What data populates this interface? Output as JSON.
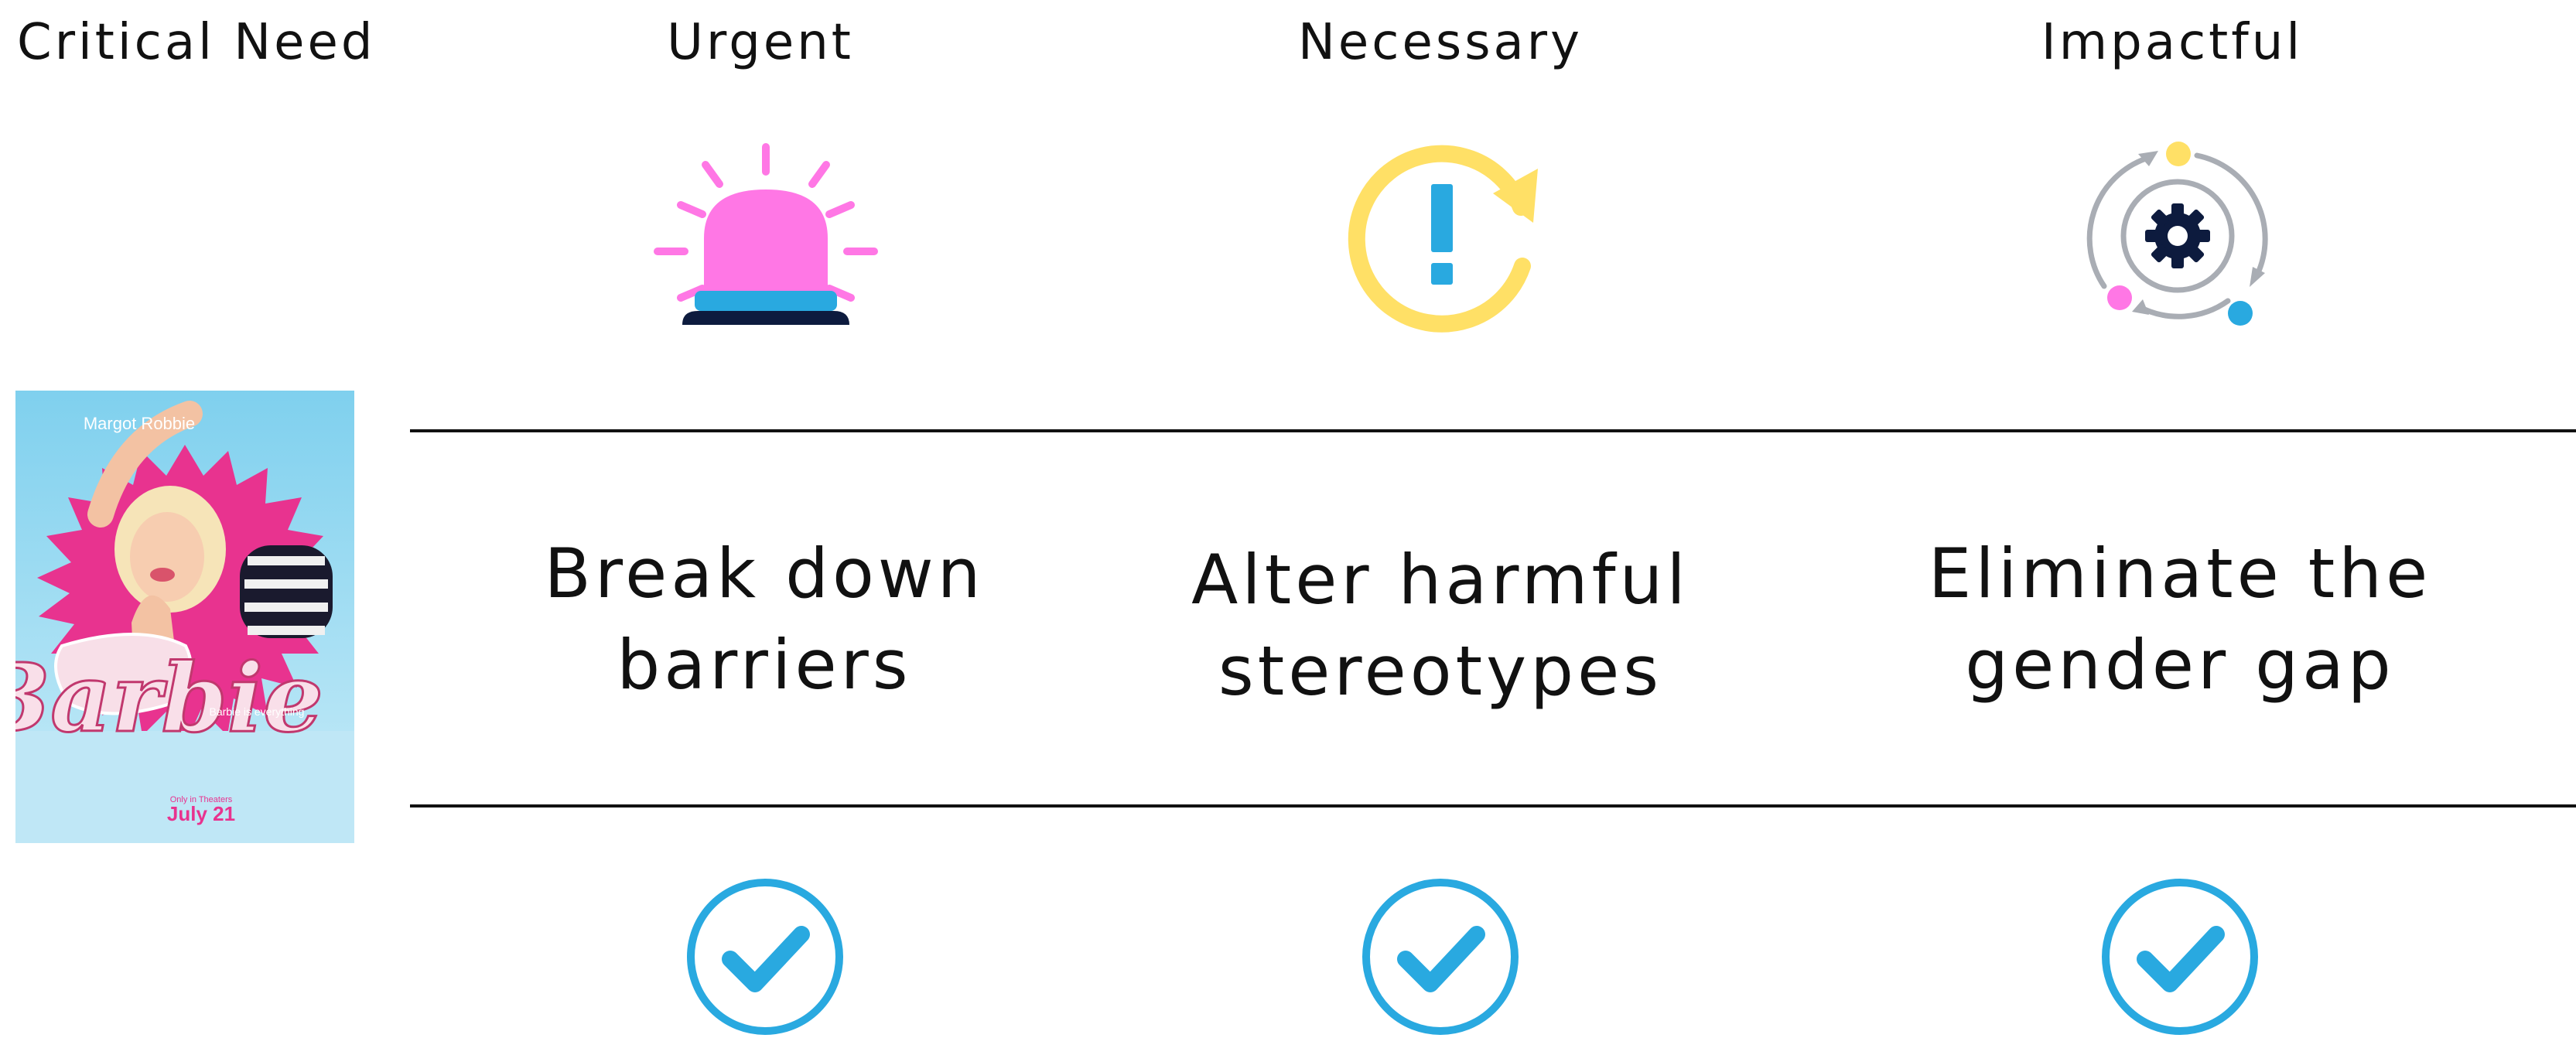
{
  "header": {
    "row_label": "Critical Need",
    "columns": [
      {
        "label": "Urgent",
        "icon": "siren-icon",
        "icon_color": "#ff77e5"
      },
      {
        "label": "Necessary",
        "icon": "exclamation-cycle-icon",
        "icon_color": "#ffe066"
      },
      {
        "label": "Impactful",
        "icon": "gear-cycle-icon",
        "icon_color": "#0d1b3e"
      }
    ]
  },
  "goals": [
    {
      "line1": "Break down",
      "line2": "barriers"
    },
    {
      "line1": "Alter harmful",
      "line2": "stereotypes"
    },
    {
      "line1": "Eliminate the",
      "line2": "gender gap"
    }
  ],
  "poster": {
    "actor": "Margot Robbie",
    "title": "Barbie",
    "tagline": "Barbie is everything",
    "release_note": "Only in Theaters",
    "release_date": "July 21"
  },
  "colors": {
    "check": "#29a9e0",
    "siren_pink": "#ff77e5",
    "siren_base": "#29a9e0",
    "siren_dark": "#0d1b3e",
    "cycle_yellow": "#ffe066",
    "exclaim_blue": "#29a9e0",
    "poster_pink": "#e8338f",
    "poster_sky": "#7fd0ee"
  }
}
